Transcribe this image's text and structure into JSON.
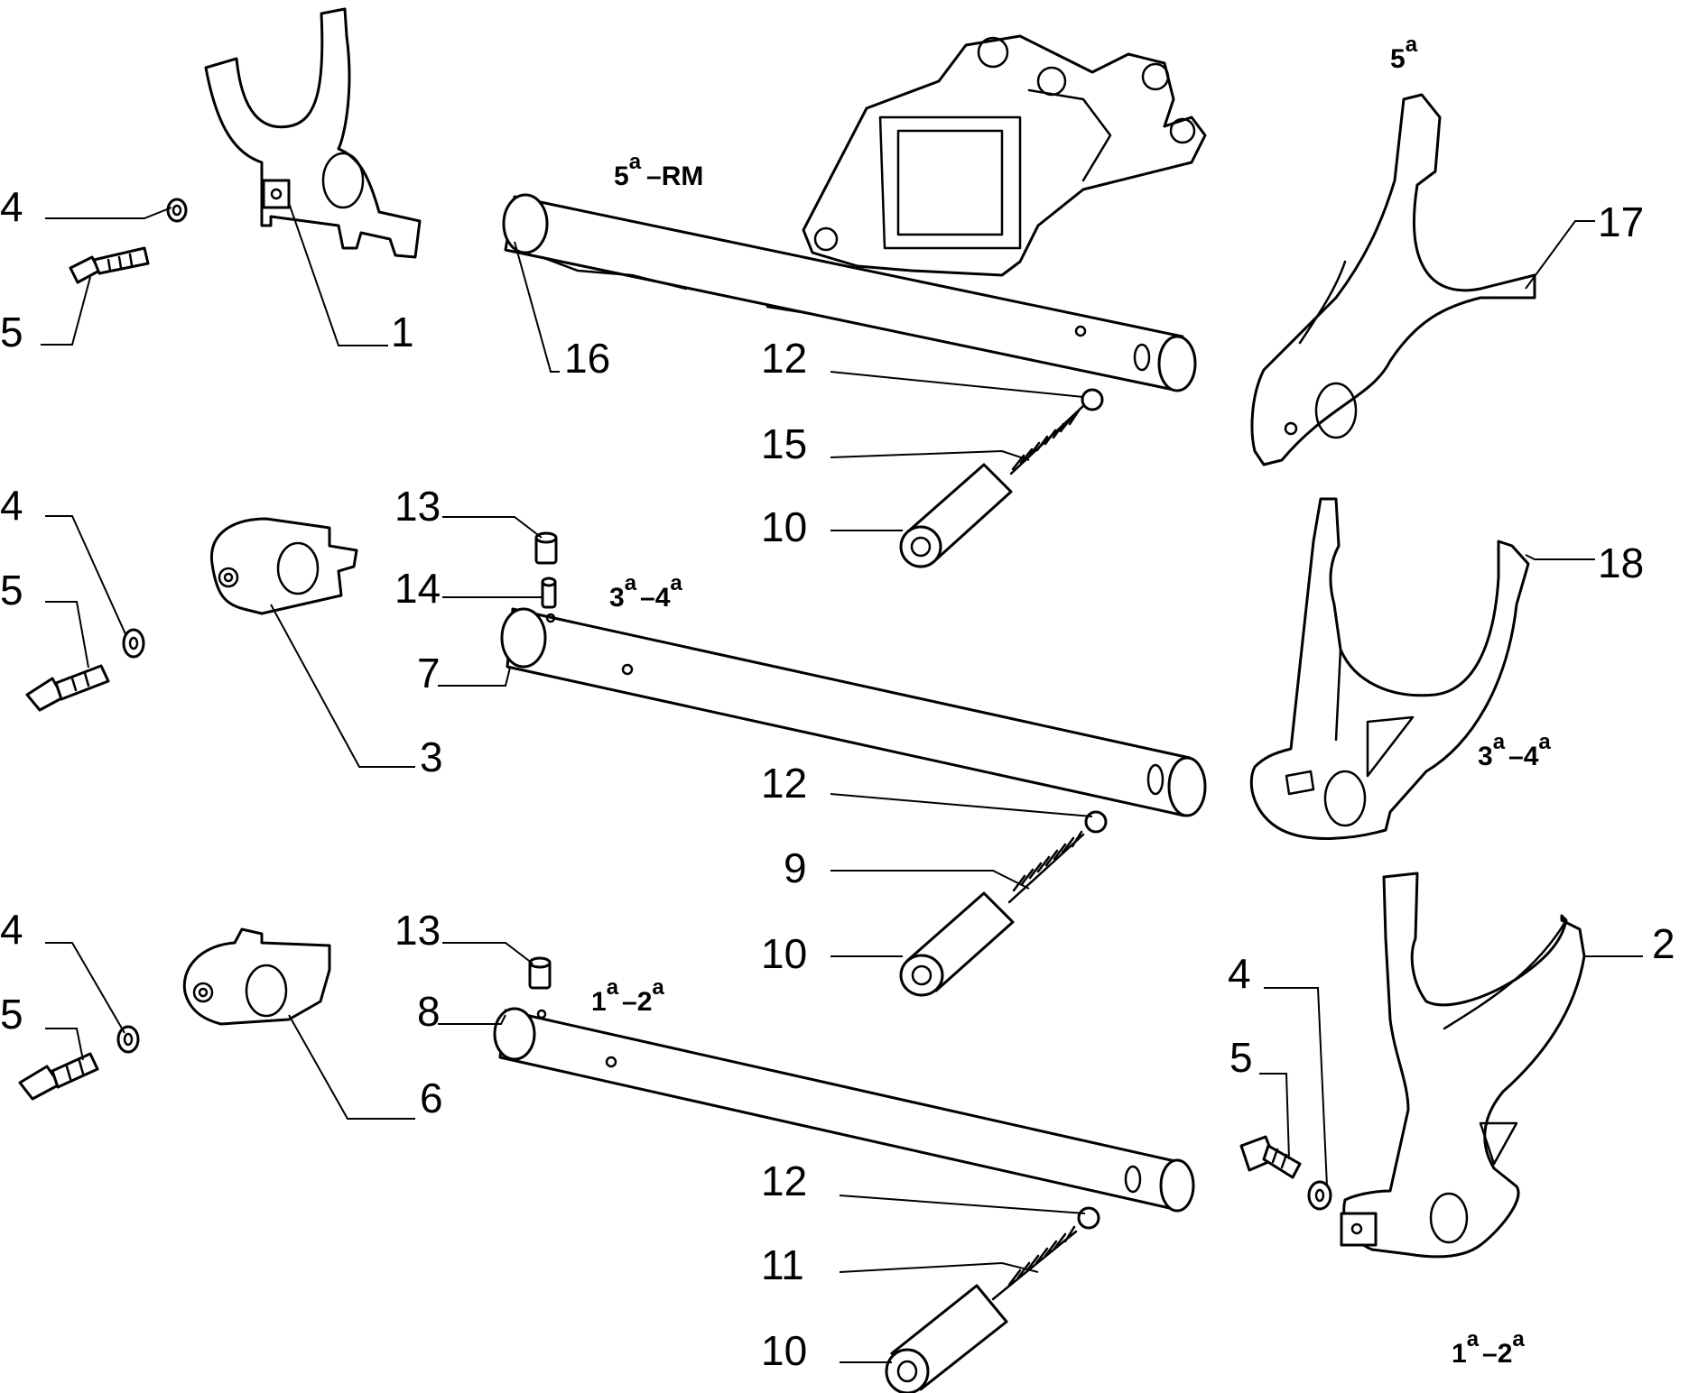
{
  "callouts": {
    "c1": "1",
    "c2": "2",
    "c3": "3",
    "c4a": "4",
    "c4b": "4",
    "c4c": "4",
    "c4d": "4",
    "c5a": "5",
    "c5b": "5",
    "c5c": "5",
    "c5d": "5",
    "c6": "6",
    "c7": "7",
    "c8": "8",
    "c9": "9",
    "c10a": "10",
    "c10b": "10",
    "c10c": "10",
    "c11": "11",
    "c12a": "12",
    "c12b": "12",
    "c12c": "12",
    "c13a": "13",
    "c13b": "13",
    "c14": "14",
    "c15": "15",
    "c16": "16",
    "c17": "17",
    "c18": "18"
  },
  "gear_labels": {
    "g5_rm_base": "5",
    "g5_rm_sup": "a",
    "g5_rm_tail": "–RM",
    "g5_base": "5",
    "g5_sup": "a",
    "g34_shaft_a": "3",
    "g34_shaft_sup_a": "a",
    "g34_shaft_b": "–4",
    "g34_shaft_sup_b": "a",
    "g34_fork_a": "3",
    "g34_fork_sup_a": "a",
    "g34_fork_b": "–4",
    "g34_fork_sup_b": "a",
    "g12_shaft_a": "1",
    "g12_shaft_sup_a": "a",
    "g12_shaft_b": "–2",
    "g12_shaft_sup_b": "a",
    "g12_fork_a": "1",
    "g12_fork_sup_a": "a",
    "g12_fork_b": "–2",
    "g12_fork_sup_b": "a"
  }
}
